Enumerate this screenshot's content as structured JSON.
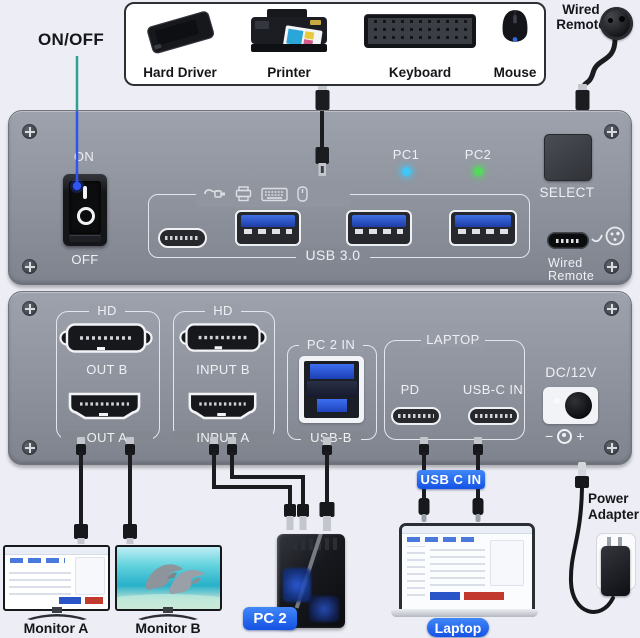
{
  "top": {
    "on_off_label": "ON/OFF",
    "peripherals": {
      "items": [
        {
          "icon": "hard-drive-icon",
          "label": "Hard Driver"
        },
        {
          "icon": "printer-icon",
          "label": "Printer"
        },
        {
          "icon": "keyboard-icon",
          "label": "Keyboard"
        },
        {
          "icon": "mouse-icon",
          "label": "Mouse"
        }
      ]
    },
    "wired_remote": {
      "line1": "Wired",
      "line2": "Remote"
    }
  },
  "front_panel": {
    "on": "ON",
    "off": "OFF",
    "pc1": "PC1",
    "pc2": "PC2",
    "select": "SELECT",
    "usb": "USB 3.0",
    "wired": "Wired",
    "remote": "Remote"
  },
  "rear_panel": {
    "hd_out_group": "HD",
    "out_b": "OUT B",
    "out_a": "OUT A",
    "hd_in_group": "HD",
    "input_b": "INPUT B",
    "input_a": "INPUT A",
    "pc2_in": "PC 2 IN",
    "usb_b": "USB-B",
    "laptop_group": "LAPTOP",
    "pd": "PD",
    "usb_c_in": "USB-C IN",
    "dc": "DC/12V",
    "polarity_minus": "−",
    "polarity_plus": "+"
  },
  "bottom": {
    "monitor_a": "Monitor A",
    "monitor_b": "Monitor B",
    "pc2_badge": "PC 2",
    "usb_c_in_badge": "USB C IN",
    "laptop_badge": "Laptop",
    "power_adapter": {
      "line1": "Power",
      "line2": "Adapter"
    }
  },
  "colors": {
    "background": "#edeef5",
    "panel_gray": "#8e929c",
    "badge_blue": "#1f66f2",
    "usb_port_blue": "#2454d4",
    "led_blue": "#41c6f5",
    "led_green": "#54d95c",
    "pointer_teal": "#2da093",
    "pointer_blue": "#2f55f0"
  },
  "icons": {
    "screw": "phillips-screw-icon",
    "usb_plug": "usb-plug-icon",
    "printer": "printer-icon",
    "keyboard": "keyboard-icon",
    "mouse": "mouse-icon",
    "remote": "remote-button-icon"
  }
}
